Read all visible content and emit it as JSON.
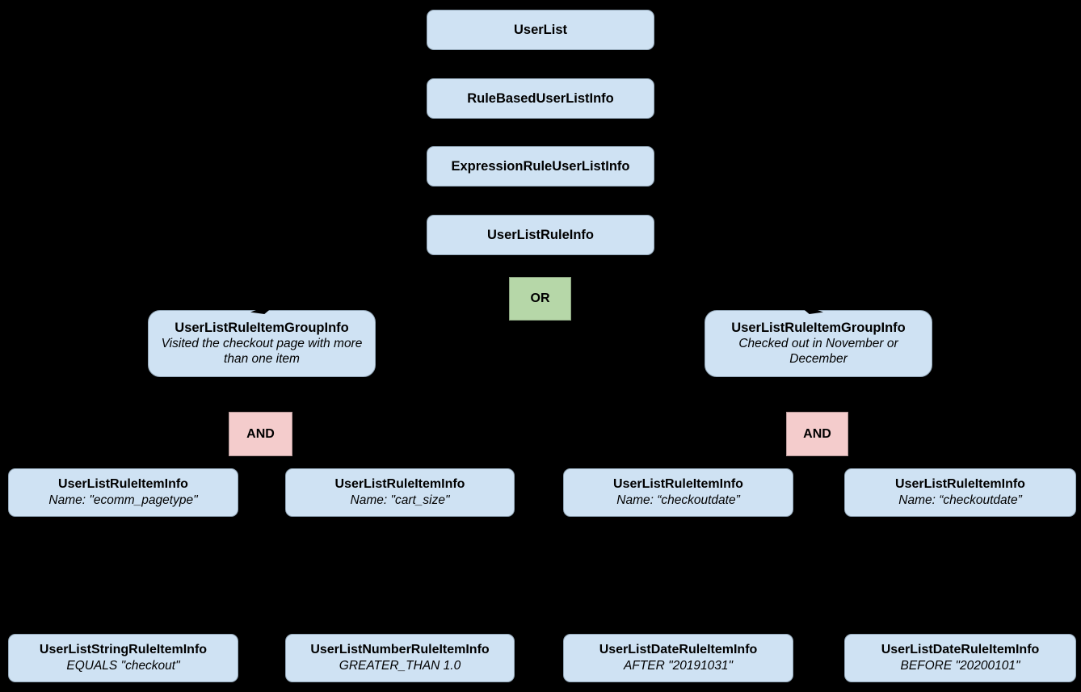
{
  "colors": {
    "background": "#000000",
    "class_node_fill": "#cfe2f3",
    "or_operator_fill": "#b6d7a8",
    "and_operator_fill": "#f4cccc",
    "text": "#000000"
  },
  "nodes": {
    "userlist": {
      "title": "UserList"
    },
    "rule_based_user_list_info": {
      "title": "RuleBasedUserListInfo"
    },
    "expression_rule_user_list_info": {
      "title": "ExpressionRuleUserListInfo"
    },
    "user_list_rule_info": {
      "title": "UserListRuleInfo"
    },
    "or_operator": {
      "label": "OR"
    },
    "group_left": {
      "title": "UserListRuleItemGroupInfo",
      "description": "Visited the checkout page with more than one item"
    },
    "group_right": {
      "title": "UserListRuleItemGroupInfo",
      "description": "Checked out in November or December"
    },
    "and_left": {
      "label": "AND"
    },
    "and_right": {
      "label": "AND"
    },
    "item_ecomm_pagetype": {
      "title": "UserListRuleItemInfo",
      "description": "Name: \"ecomm_pagetype\""
    },
    "item_cart_size": {
      "title": "UserListRuleItemInfo",
      "description": "Name: \"cart_size\""
    },
    "item_checkoutdate_after": {
      "title": "UserListRuleItemInfo",
      "description": "Name: “checkoutdate”"
    },
    "item_checkoutdate_before": {
      "title": "UserListRuleItemInfo",
      "description": "Name: “checkoutdate”"
    },
    "leaf_string": {
      "title": "UserListStringRuleItemInfo",
      "description": "EQUALS \"checkout\""
    },
    "leaf_number": {
      "title": "UserListNumberRuleItemInfo",
      "description": "GREATER_THAN 1.0"
    },
    "leaf_date_after": {
      "title": "UserListDateRuleItemInfo",
      "description": "AFTER \"20191031\""
    },
    "leaf_date_before": {
      "title": "UserListDateRuleItemInfo",
      "description": "BEFORE \"20200101\""
    }
  }
}
